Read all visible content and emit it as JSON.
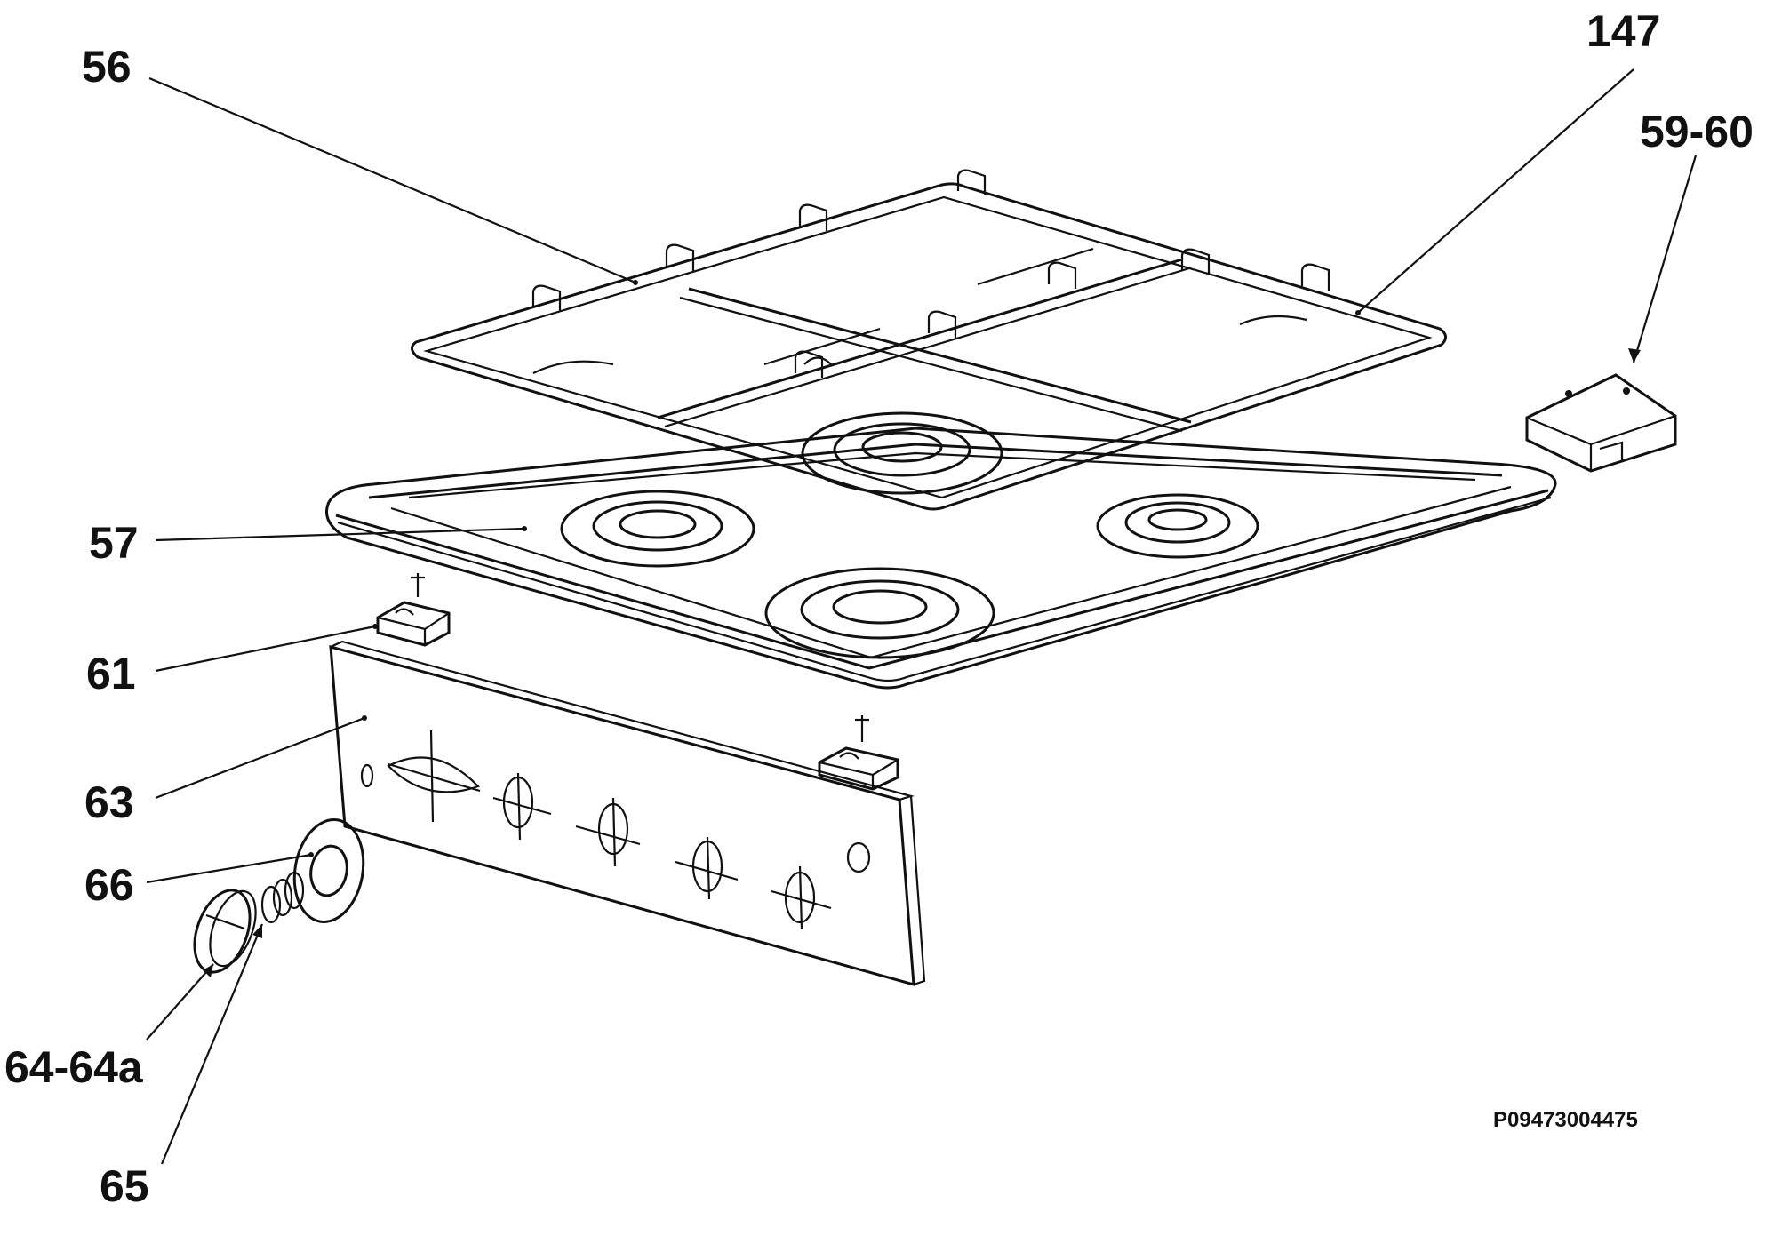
{
  "labels": {
    "l56": "56",
    "l147": "147",
    "l5960": "59-60",
    "l57": "57",
    "l61": "61",
    "l63": "63",
    "l66": "66",
    "l6464a": "64-64a",
    "l65": "65"
  },
  "drawing_code": "P09473004475",
  "colors": {
    "ink": "#111111",
    "background": "#ffffff"
  }
}
